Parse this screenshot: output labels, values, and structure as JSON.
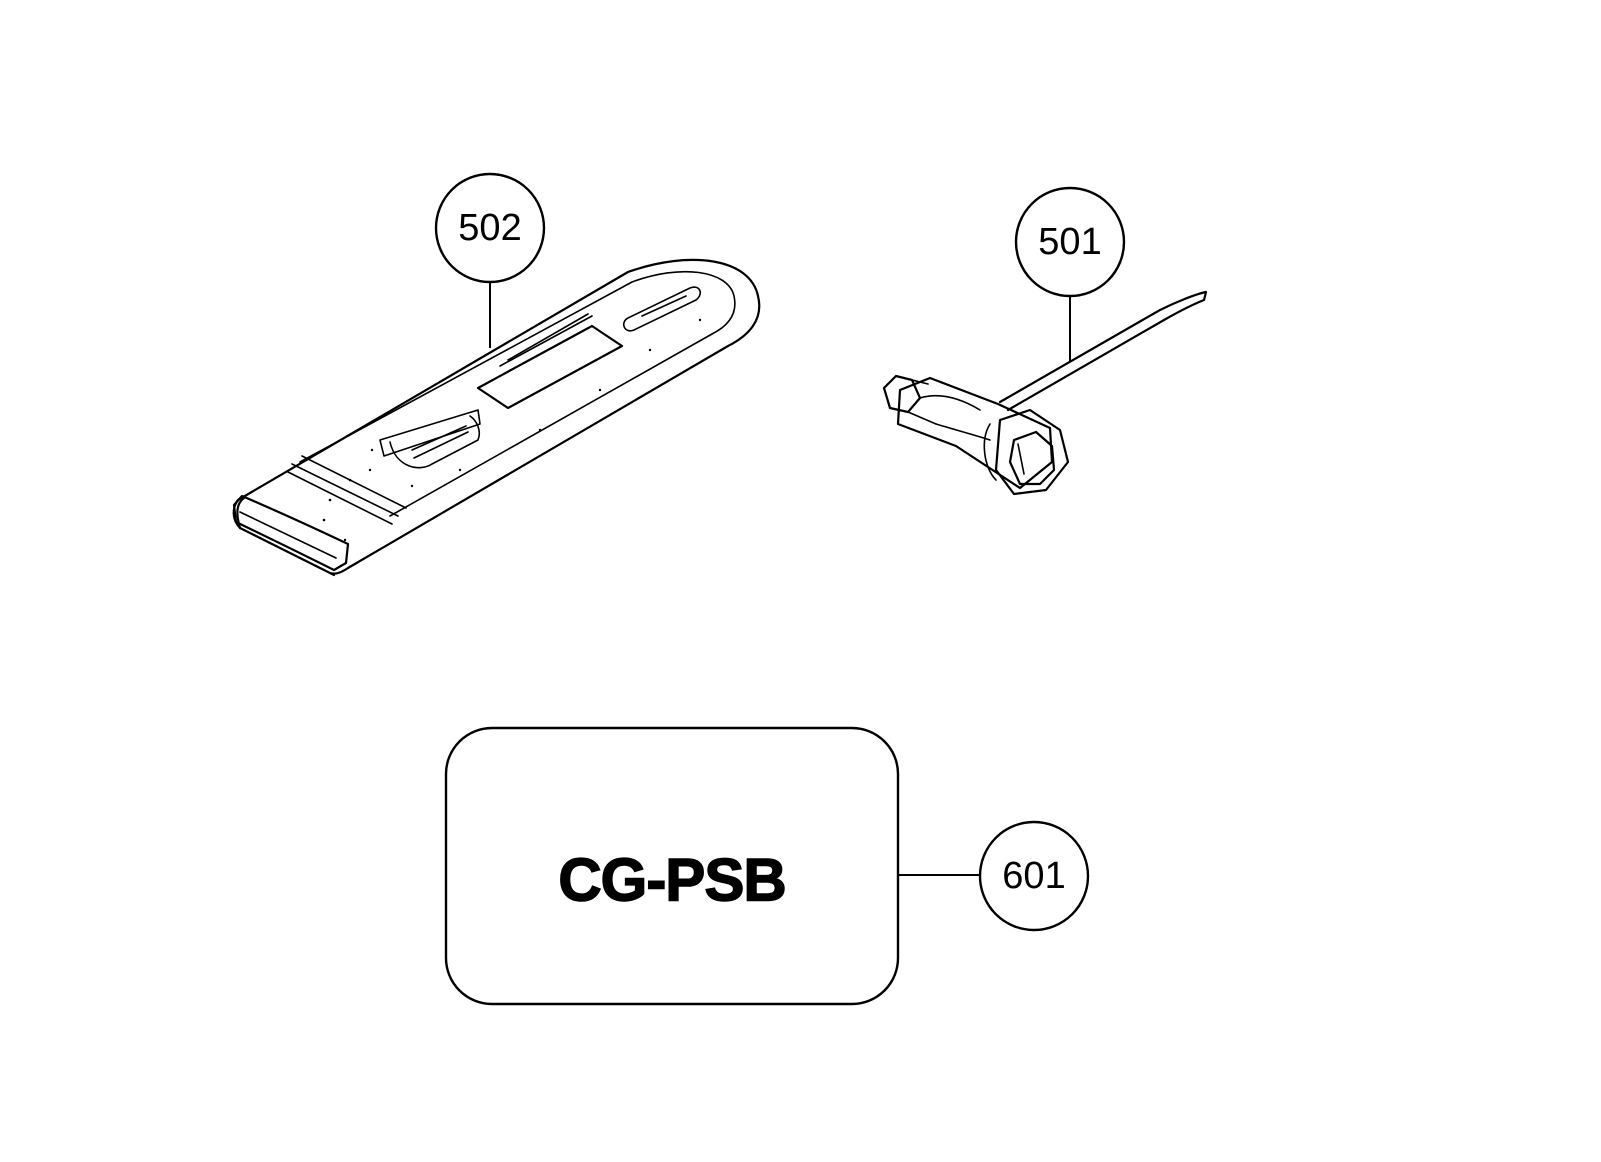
{
  "callouts": {
    "bar_cover": "502",
    "wrench": "501",
    "label": "601"
  },
  "label_text": "CG-PSB"
}
